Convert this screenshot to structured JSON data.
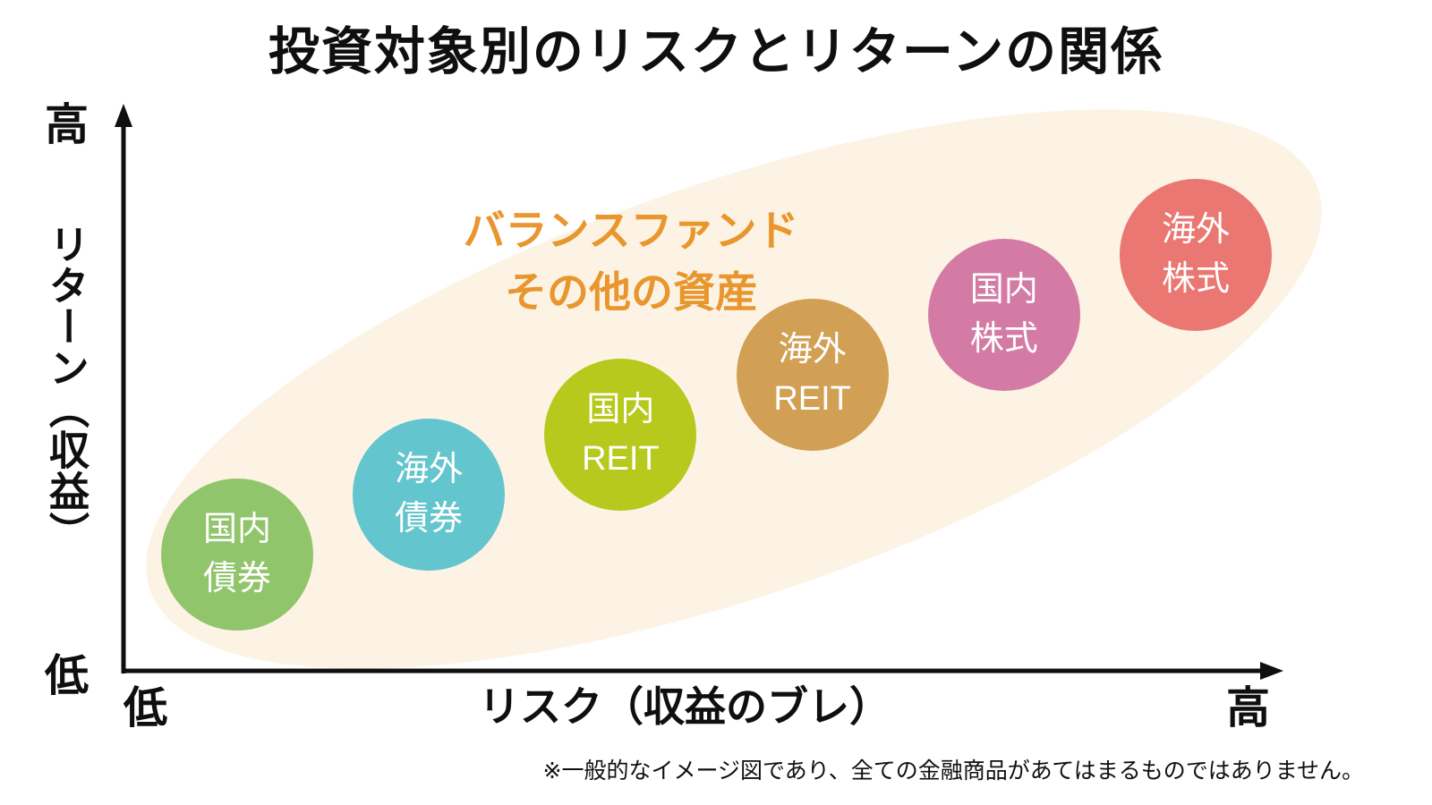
{
  "title": "投資対象別のリスクとリターンの関係",
  "y_axis": {
    "high_label": "高",
    "low_label": "低",
    "axis_label": "リターン（収益）"
  },
  "x_axis": {
    "low_label": "低",
    "high_label": "高",
    "axis_label": "リスク（収益のブレ）"
  },
  "annotation": {
    "line1": "バランスファンド",
    "line2": "その他の資産",
    "color": "#e8962d"
  },
  "ellipse_region": {
    "color": "#fcf3e4"
  },
  "footnote": "※一般的なイメージ図であり、全ての金融商品があてはまるものではありません。",
  "chart_data": {
    "type": "scatter",
    "title": "投資対象別のリスクとリターンの関係",
    "xlabel": "リスク（収益のブレ）",
    "ylabel": "リターン（収益）",
    "x_axis_endpoint_labels": [
      "低",
      "高"
    ],
    "y_axis_endpoint_labels": [
      "低",
      "高"
    ],
    "grid": false,
    "region_annotation": "バランスファンド その他の資産",
    "points": [
      {
        "key": "domestic-bonds",
        "label": "国内債券",
        "line1": "国内",
        "line2": "債券",
        "risk_rank": 1,
        "return_rank": 1,
        "color": "#90c56b"
      },
      {
        "key": "foreign-bonds",
        "label": "海外債券",
        "line1": "海外",
        "line2": "債券",
        "risk_rank": 2,
        "return_rank": 2,
        "color": "#63c5cd"
      },
      {
        "key": "domestic-reit",
        "label": "国内REIT",
        "line1": "国内",
        "line2": "REIT",
        "risk_rank": 3,
        "return_rank": 3,
        "color": "#b6c91c"
      },
      {
        "key": "foreign-reit",
        "label": "海外REIT",
        "line1": "海外",
        "line2": "REIT",
        "risk_rank": 4,
        "return_rank": 4,
        "color": "#d2a055"
      },
      {
        "key": "domestic-stocks",
        "label": "国内株式",
        "line1": "国内",
        "line2": "株式",
        "risk_rank": 5,
        "return_rank": 5,
        "color": "#d37ba5"
      },
      {
        "key": "foreign-stocks",
        "label": "海外株式",
        "line1": "海外",
        "line2": "株式",
        "risk_rank": 6,
        "return_rank": 6,
        "color": "#ea7771"
      }
    ]
  }
}
